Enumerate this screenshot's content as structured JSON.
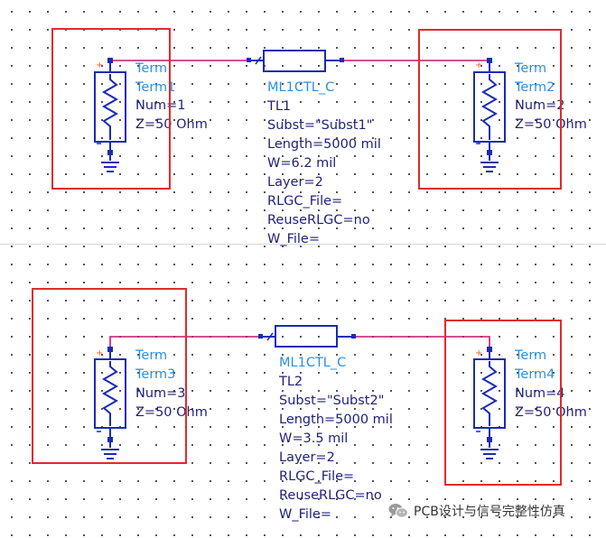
{
  "colors": {
    "wire": "#c4166d",
    "component": "#1a2bb5",
    "highlight": "#e02b2b",
    "label_blue": "#2e8fe0",
    "param_text": "#1f1f7a"
  },
  "circuits": [
    {
      "line": {
        "model": "ML1CTL_C",
        "name": "TL1",
        "subst": "Subst=\"Subst1\"",
        "length": "Length=5000 mil",
        "width": "W=6.2 mil",
        "layer": "Layer=2",
        "rlgc_file": "RLGC_File=",
        "reuse_rlgc": "ReuseRLGC=no",
        "w_file": "W_File="
      },
      "term_left": {
        "type": "Term",
        "name": "Term1",
        "num": "Num=1",
        "z": "Z=50 Ohm"
      },
      "term_right": {
        "type": "Term",
        "name": "Term2",
        "num": "Num=2",
        "z": "Z=50 Ohm"
      }
    },
    {
      "line": {
        "model": "ML1CTL_C",
        "name": "TL2",
        "subst": "Subst=\"Subst2\"",
        "length": "Length=5000 mil",
        "width": "W=3.5 mil",
        "layer": "Layer=2",
        "rlgc_file": "RLGC_File=",
        "reuse_rlgc": "ReuseRLGC=no",
        "w_file": "W_File="
      },
      "term_left": {
        "type": "Term",
        "name": "Term3",
        "num": "Num=3",
        "z": "Z=50 Ohm"
      },
      "term_right": {
        "type": "Term",
        "name": "Term4",
        "num": "Num=4",
        "z": "Z=50 Ohm"
      }
    }
  ],
  "watermark": {
    "text": "PCB设计与信号完整性仿真",
    "icon": "wechat-icon"
  }
}
